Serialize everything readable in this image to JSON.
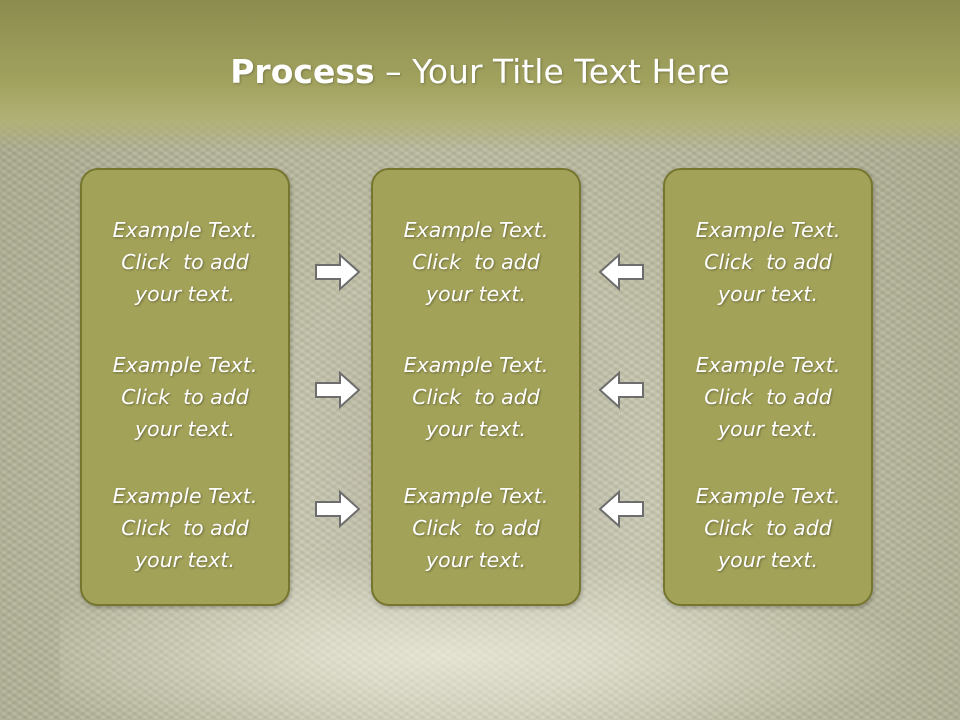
{
  "slide": {
    "title_bold": "Process",
    "title_rest": " – Your Title Text Here"
  },
  "boxes": [
    {
      "items": [
        {
          "line1": "Example Text.",
          "line2": "Click  to add",
          "line3": "your text."
        },
        {
          "line1": "Example Text.",
          "line2": "Click  to add",
          "line3": "your text."
        },
        {
          "line1": "Example Text.",
          "line2": "Click  to add",
          "line3": "your text."
        }
      ]
    },
    {
      "items": [
        {
          "line1": "Example Text.",
          "line2": "Click  to add",
          "line3": "your text."
        },
        {
          "line1": "Example Text.",
          "line2": "Click  to add",
          "line3": "your text."
        },
        {
          "line1": "Example Text.",
          "line2": "Click  to add",
          "line3": "your text."
        }
      ]
    },
    {
      "items": [
        {
          "line1": "Example Text.",
          "line2": "Click  to add",
          "line3": "your text."
        },
        {
          "line1": "Example Text.",
          "line2": "Click  to add",
          "line3": "your text."
        },
        {
          "line1": "Example Text.",
          "line2": "Click  to add",
          "line3": "your text."
        }
      ]
    }
  ],
  "arrows": {
    "left_column": "arrow-right-icon",
    "right_column": "arrow-left-icon"
  },
  "colors": {
    "box_fill": "#a3a259",
    "box_border": "#76762f",
    "title_bar": "#9a9a58",
    "text": "#ffffff"
  }
}
